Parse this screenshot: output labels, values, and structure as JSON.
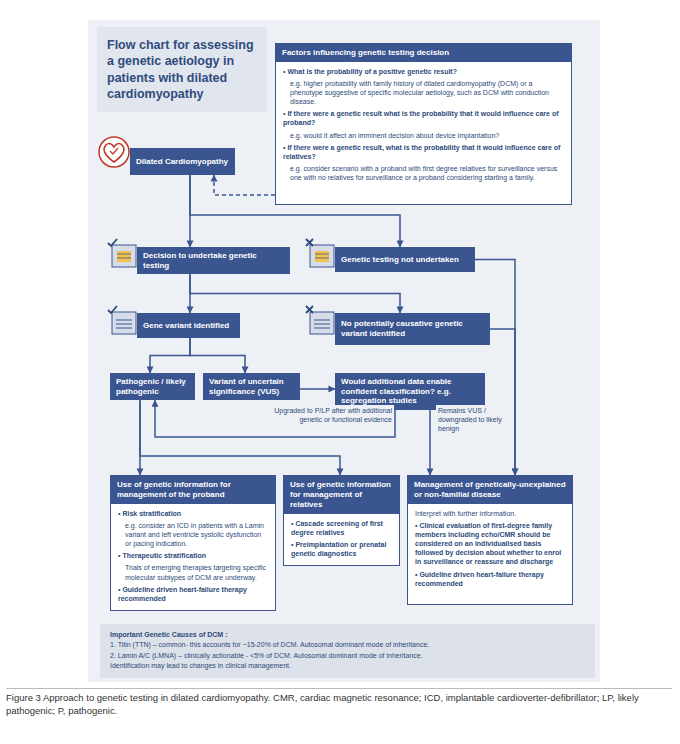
{
  "diagram": {
    "caption": "Figure 3 Approach to genetic testing in dilated cardiomyopathy. CMR, cardiac magnetic resonance; ICD, implantable cardioverter-defibrillator; LP, likely pathogenic; P, pathogenic.",
    "nodes": [
      {
        "text": [
          "Flow chart for assessing a genetic aetiology in patients with dilated cardiomyopathy"
        ]
      },
      {
        "text": [
          "Factors influencing genetic testing decision",
          "• What is the probability of a positive genetic result?",
          "e.g. higher probability with family history of dilated cardiomyopathy (DCM) or a phenotype suggestive of specific molecular aetiology, such as DCM with conduction disease.",
          "• If there were a genetic result what is the probability that it would influence care of proband?",
          "e.g. would it affect an imminent decision about device implantation?",
          "• If there were a genetic result, what is the probability that it would influence care of relatives?",
          "e.g. consider scenario with a proband with first degree relatives for surveillance versus one with no relatives for surveillance or a proband considering starting a family."
        ]
      },
      {
        "text": [
          "Dilated Cardiomyopathy"
        ]
      },
      {
        "text": [
          "Decision to undertake genetic testing"
        ]
      },
      {
        "text": [
          "Genetic testing not undertaken"
        ]
      },
      {
        "text": [
          "Gene variant identified"
        ]
      },
      {
        "text": [
          "No potentially causative genetic variant identified"
        ]
      },
      {
        "text": [
          "Pathogenic / likely pathogenic"
        ]
      },
      {
        "text": [
          "Variant of uncertain significance (VUS)"
        ]
      },
      {
        "text": [
          "Would additional data enable confident classification? e.g. segregation studies"
        ]
      },
      {
        "text": [
          "Use of genetic information for management of the proband",
          "• Risk stratification",
          "e.g. consider an ICD in patients with a Lamin variant and left ventricle systolic dysfunction or pacing indication.",
          "• Therapeutic stratification",
          "Trials of emerging therapies targeting specific molecular subtypes of DCM are underway.",
          "• Guideline driven heart-failure therapy recommended"
        ]
      },
      {
        "text": [
          "Use of genetic information for management of relatives",
          "• Cascade screening of first degree relatives",
          "• Preimplantation or prenatal genetic diagnostics"
        ]
      },
      {
        "text": [
          "Management of genetically-unexplained or non-familial disease",
          "Interpret with further information.",
          "• Clinical evaluation of first-degree family members including echo/CMR should be considered on an individualised basis followed by decision about whether to enrol in surveillance or reassure and discharge",
          "• Guideline driven heart-failure therapy recommended"
        ]
      },
      {
        "text": [
          "Important Genetic Causes of DCM :",
          "1. Titin (TTN) – common- this accounts for ~15-20% of DCM. Autosomal dominant mode of inheritance.",
          "2. Lamin A/C (LMNA) – clinically actionable - <5% of DCM. Autosomal dominant mode of inheritance.",
          "Identification may lead to changes in clinical management."
        ]
      }
    ],
    "edges": [
      {
        "from": 2,
        "to": 3,
        "arrow": "to"
      },
      {
        "from": 2,
        "to": 4,
        "arrow": "to"
      },
      {
        "from": 1,
        "to": 2,
        "arrow": "to"
      },
      {
        "from": 3,
        "to": 5,
        "arrow": "to"
      },
      {
        "from": 3,
        "to": 6,
        "arrow": "to"
      },
      {
        "from": 5,
        "to": 7,
        "arrow": "to"
      },
      {
        "from": 5,
        "to": 8,
        "arrow": "to"
      },
      {
        "from": 8,
        "to": 9,
        "arrow": "to"
      },
      {
        "from": 9,
        "to": 7,
        "label": "Upgraded to P/LP after with additional genetic or functional evidence",
        "arrow": "to"
      },
      {
        "from": 9,
        "to": 12,
        "label": "Remains VUS / downgraded to likely benign",
        "arrow": "to"
      },
      {
        "from": 7,
        "to": 10,
        "arrow": "to"
      },
      {
        "from": 7,
        "to": 11,
        "arrow": "to"
      },
      {
        "from": 6,
        "to": 12,
        "arrow": "to"
      },
      {
        "from": 4,
        "to": 12,
        "arrow": "to"
      }
    ]
  }
}
